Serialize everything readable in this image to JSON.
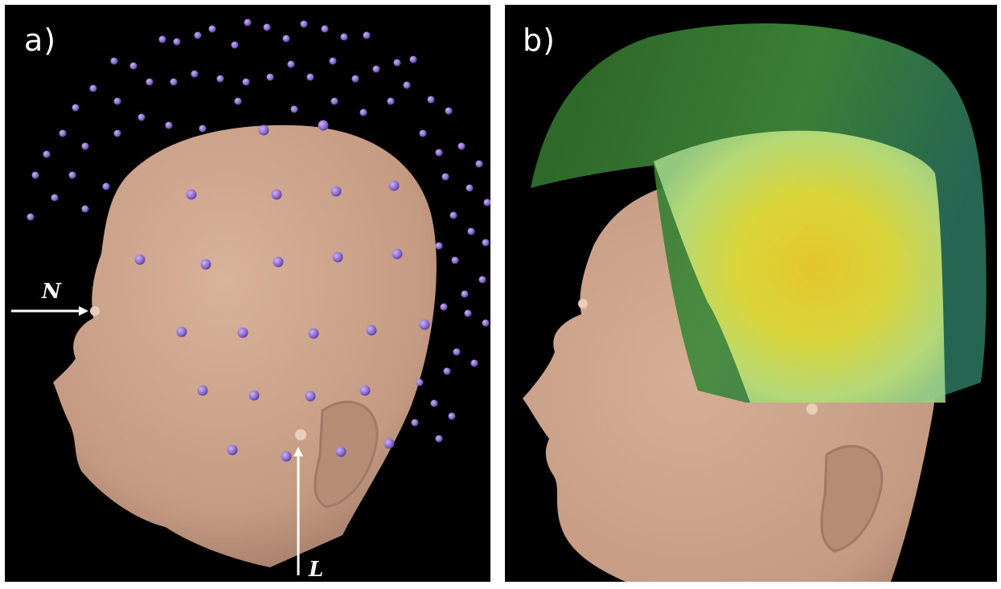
{
  "panels": [
    {
      "label": "a)"
    },
    {
      "label": "b)"
    }
  ],
  "markers": {
    "nasion": "N",
    "left_ear": "L"
  },
  "colors": {
    "background": "#000000",
    "skin": "#c8a088",
    "electrode": "#8f6fd0",
    "helmet": "#2e7d3a",
    "overlay_center": "#f0c828"
  }
}
